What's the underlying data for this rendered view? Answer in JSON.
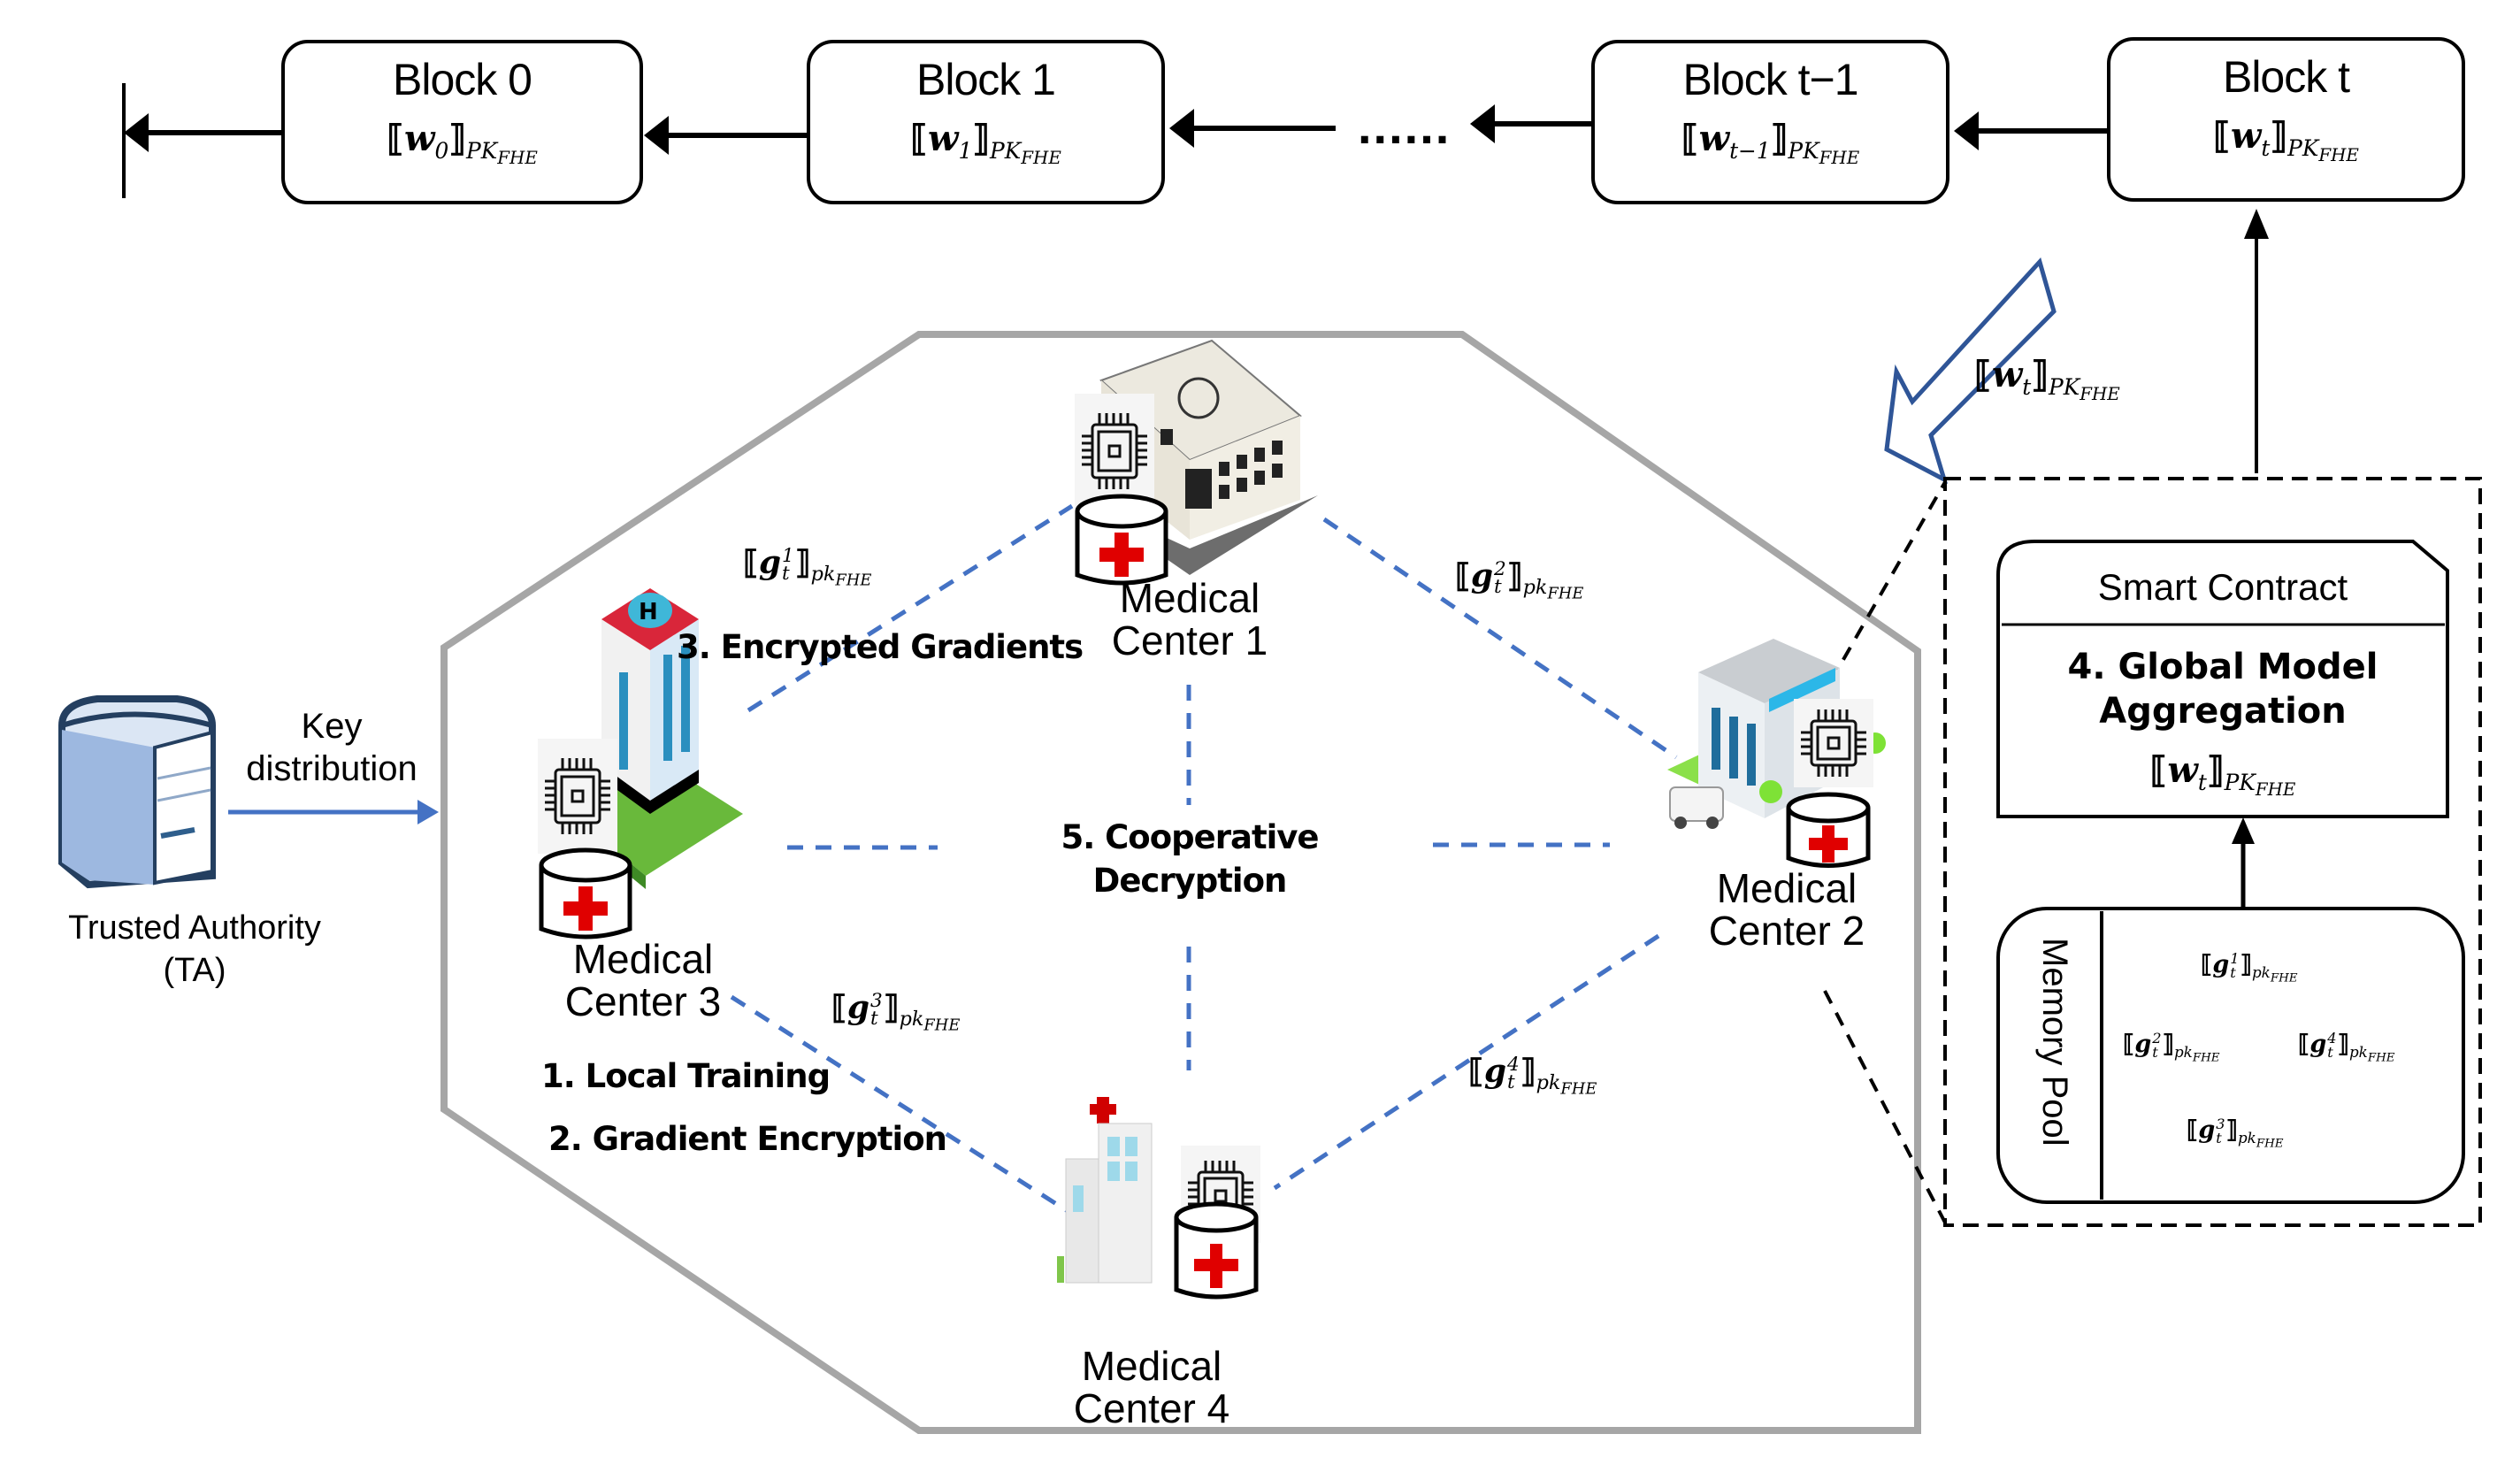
{
  "blockchain": {
    "blocks": [
      {
        "title": "Block 0",
        "var": "w",
        "sub": "0",
        "key": "PK",
        "key_sub": "FHE"
      },
      {
        "title": "Block 1",
        "var": "w",
        "sub": "1",
        "key": "PK",
        "key_sub": "FHE"
      },
      {
        "title": "Block t−1",
        "var": "w",
        "sub": "t−1",
        "key": "PK",
        "key_sub": "FHE"
      },
      {
        "title": "Block t",
        "var": "w",
        "sub": "t",
        "key": "PK",
        "key_sub": "FHE"
      }
    ],
    "ellipsis": "......"
  },
  "broadcast": {
    "var": "w",
    "sub": "t",
    "key": "PK",
    "key_sub": "FHE"
  },
  "trusted_authority": {
    "line1": "Trusted Authority",
    "line2": "(TA)"
  },
  "key_distribution": {
    "line1": "Key",
    "line2": "distribution"
  },
  "medical_centers": [
    {
      "line1": "Medical",
      "line2": "Center 1"
    },
    {
      "line1": "Medical",
      "line2": "Center 2"
    },
    {
      "line1": "Medical",
      "line2": "Center 3"
    },
    {
      "line1": "Medical",
      "line2": "Center 4"
    }
  ],
  "gradients": [
    {
      "var": "g",
      "sup": "1",
      "sub": "t",
      "key": "pk",
      "key_sub": "FHE"
    },
    {
      "var": "g",
      "sup": "2",
      "sub": "t",
      "key": "pk",
      "key_sub": "FHE"
    },
    {
      "var": "g",
      "sup": "3",
      "sub": "t",
      "key": "pk",
      "key_sub": "FHE"
    },
    {
      "var": "g",
      "sup": "4",
      "sub": "t",
      "key": "pk",
      "key_sub": "FHE"
    }
  ],
  "steps": {
    "local_training": "1. Local Training",
    "gradient_encryption": "2. Gradient Encryption",
    "encrypted_gradients": "3. Encrypted Gradients",
    "cooperative_decryption_1": "5. Cooperative",
    "cooperative_decryption_2": "Decryption"
  },
  "smart_contract": {
    "title": "Smart Contract",
    "body_line1": "4. Global Model",
    "body_line2": "Aggregation",
    "result": {
      "var": "w",
      "sub": "t",
      "key": "PK",
      "key_sub": "FHE"
    }
  },
  "memory_pool": {
    "label": "Memory Pool",
    "items": [
      {
        "var": "g",
        "sup": "1",
        "sub": "t",
        "key": "pk",
        "key_sub": "FHE"
      },
      {
        "var": "g",
        "sup": "2",
        "sub": "t",
        "key": "pk",
        "key_sub": "FHE"
      },
      {
        "var": "g",
        "sup": "4",
        "sub": "t",
        "key": "pk",
        "key_sub": "FHE"
      },
      {
        "var": "g",
        "sup": "3",
        "sub": "t",
        "key": "pk",
        "key_sub": "FHE"
      }
    ]
  },
  "colors": {
    "line": "#000000",
    "octagon": "#a6a6a6",
    "dashed_link": "#4472c4",
    "key_arrow": "#4472c4",
    "broadcast_arrow": "#2f5597",
    "cross_red": "#e00000"
  }
}
